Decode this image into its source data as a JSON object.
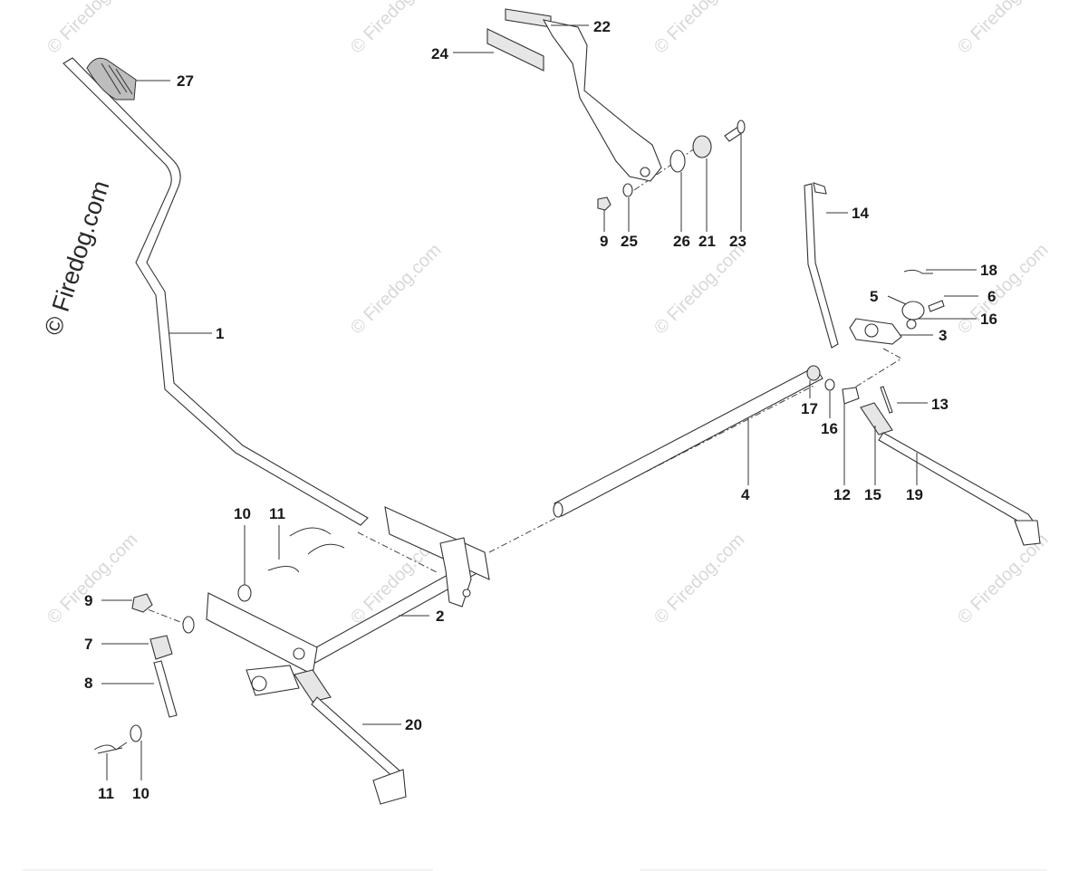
{
  "watermark": {
    "text": "© Firedog.com",
    "side_text": "© Firedog.com"
  },
  "callouts": [
    {
      "id": "c27",
      "label": "27"
    },
    {
      "id": "c22",
      "label": "22"
    },
    {
      "id": "c24",
      "label": "24"
    },
    {
      "id": "c9a",
      "label": "9"
    },
    {
      "id": "c25",
      "label": "25"
    },
    {
      "id": "c26",
      "label": "26"
    },
    {
      "id": "c21",
      "label": "21"
    },
    {
      "id": "c23",
      "label": "23"
    },
    {
      "id": "c14",
      "label": "14"
    },
    {
      "id": "c18",
      "label": "18"
    },
    {
      "id": "c5",
      "label": "5"
    },
    {
      "id": "c6",
      "label": "6"
    },
    {
      "id": "c16a",
      "label": "16"
    },
    {
      "id": "c3",
      "label": "3"
    },
    {
      "id": "c1",
      "label": "1"
    },
    {
      "id": "c17",
      "label": "17"
    },
    {
      "id": "c16b",
      "label": "16"
    },
    {
      "id": "c13",
      "label": "13"
    },
    {
      "id": "c4",
      "label": "4"
    },
    {
      "id": "c12",
      "label": "12"
    },
    {
      "id": "c15",
      "label": "15"
    },
    {
      "id": "c19",
      "label": "19"
    },
    {
      "id": "c10a",
      "label": "10"
    },
    {
      "id": "c11a",
      "label": "11"
    },
    {
      "id": "c9b",
      "label": "9"
    },
    {
      "id": "c2",
      "label": "2"
    },
    {
      "id": "c7",
      "label": "7"
    },
    {
      "id": "c8",
      "label": "8"
    },
    {
      "id": "c20",
      "label": "20"
    },
    {
      "id": "c11b",
      "label": "11"
    },
    {
      "id": "c10b",
      "label": "10"
    }
  ]
}
